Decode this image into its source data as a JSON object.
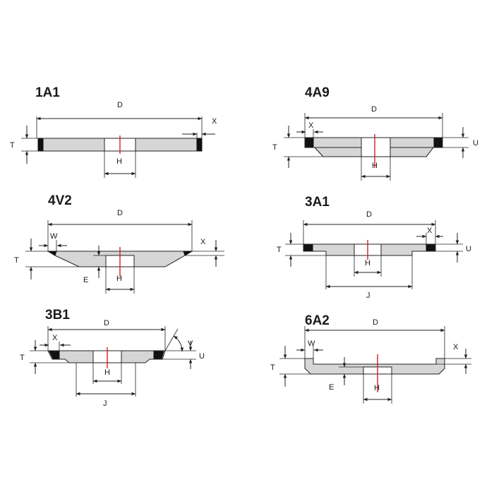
{
  "diagrams": {
    "d1A1": {
      "title": "1A1",
      "D": "D",
      "X": "X",
      "T": "T",
      "H": "H"
    },
    "d4A9": {
      "title": "4A9",
      "D": "D",
      "X": "X",
      "T": "T",
      "U": "U",
      "H": "H"
    },
    "d4V2": {
      "title": "4V2",
      "D": "D",
      "W": "W",
      "X": "X",
      "T": "T",
      "E": "E",
      "H": "H"
    },
    "d3A1": {
      "title": "3A1",
      "D": "D",
      "X": "X",
      "T": "T",
      "U": "U",
      "H": "H",
      "J": "J"
    },
    "d3B1": {
      "title": "3B1",
      "D": "D",
      "X": "X",
      "T": "T",
      "V": "V",
      "U": "U",
      "H": "H",
      "J": "J"
    },
    "d6A2": {
      "title": "6A2",
      "D": "D",
      "W": "W",
      "X": "X",
      "T": "T",
      "E": "E",
      "H": "H"
    }
  },
  "colors": {
    "axis": "#d41f1f",
    "body_fill": "#d6d6d6",
    "abrasive": "#111111"
  }
}
